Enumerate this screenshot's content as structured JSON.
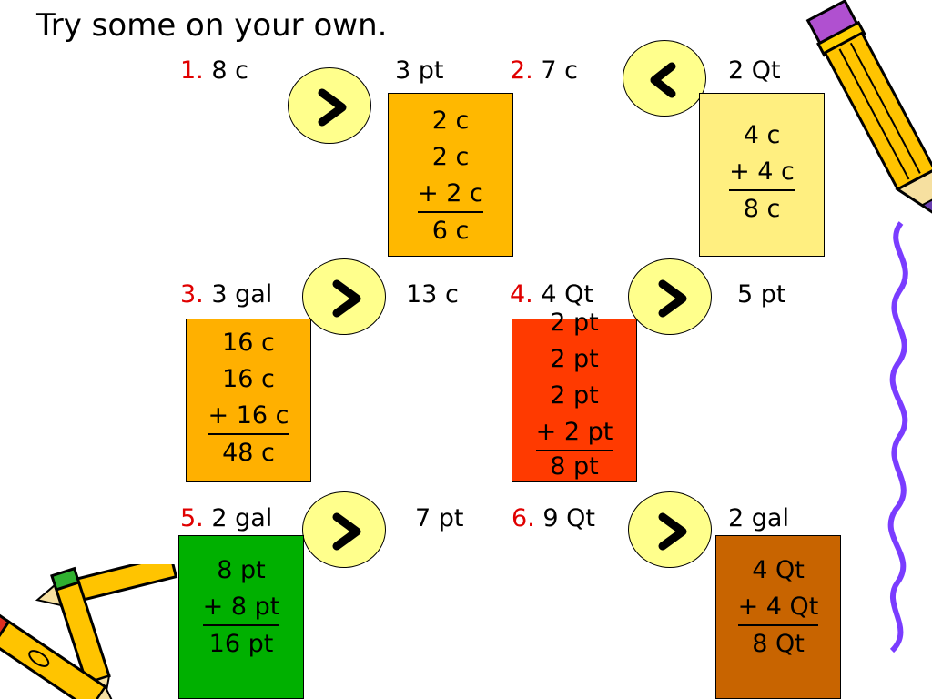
{
  "title": "Try some on your own.",
  "colors": {
    "number": "#e00000",
    "circle": "#ffff8c",
    "box1": "#ffb800",
    "box2": "#ffef80",
    "box3": "#ffb000",
    "box4": "#ff3a00",
    "box5": "#00b000",
    "box6": "#c86400"
  },
  "problems": [
    {
      "num": "1.",
      "left": "8 c",
      "right": "3 pt",
      "symbol": ">",
      "work": [
        "2 c",
        "2 c",
        "+ 2 c",
        "6 c"
      ]
    },
    {
      "num": "2.",
      "left": "7 c",
      "right": "2 Qt",
      "symbol": "<",
      "work": [
        "4 c",
        "+ 4 c",
        "8 c"
      ]
    },
    {
      "num": "3.",
      "left": "3 gal",
      "right": "13 c",
      "symbol": ">",
      "work": [
        "16 c",
        "16 c",
        "+ 16 c",
        "48 c"
      ]
    },
    {
      "num": "4.",
      "left": "4 Qt",
      "right": "5 pt",
      "symbol": ">",
      "work": [
        "2 pt",
        "2 pt",
        "2 pt",
        "+ 2 pt",
        "8 pt"
      ]
    },
    {
      "num": "5.",
      "left": "2 gal",
      "right": "7 pt",
      "symbol": ">",
      "work": [
        "8 pt",
        "+ 8 pt",
        "16 pt"
      ]
    },
    {
      "num": "6.",
      "left": "9 Qt",
      "right": "2 gal",
      "symbol": ">",
      "work": [
        "4 Qt",
        "+ 4 Qt",
        "8 Qt"
      ]
    }
  ],
  "icons": [
    "pencil-icon",
    "pencils-icon"
  ]
}
